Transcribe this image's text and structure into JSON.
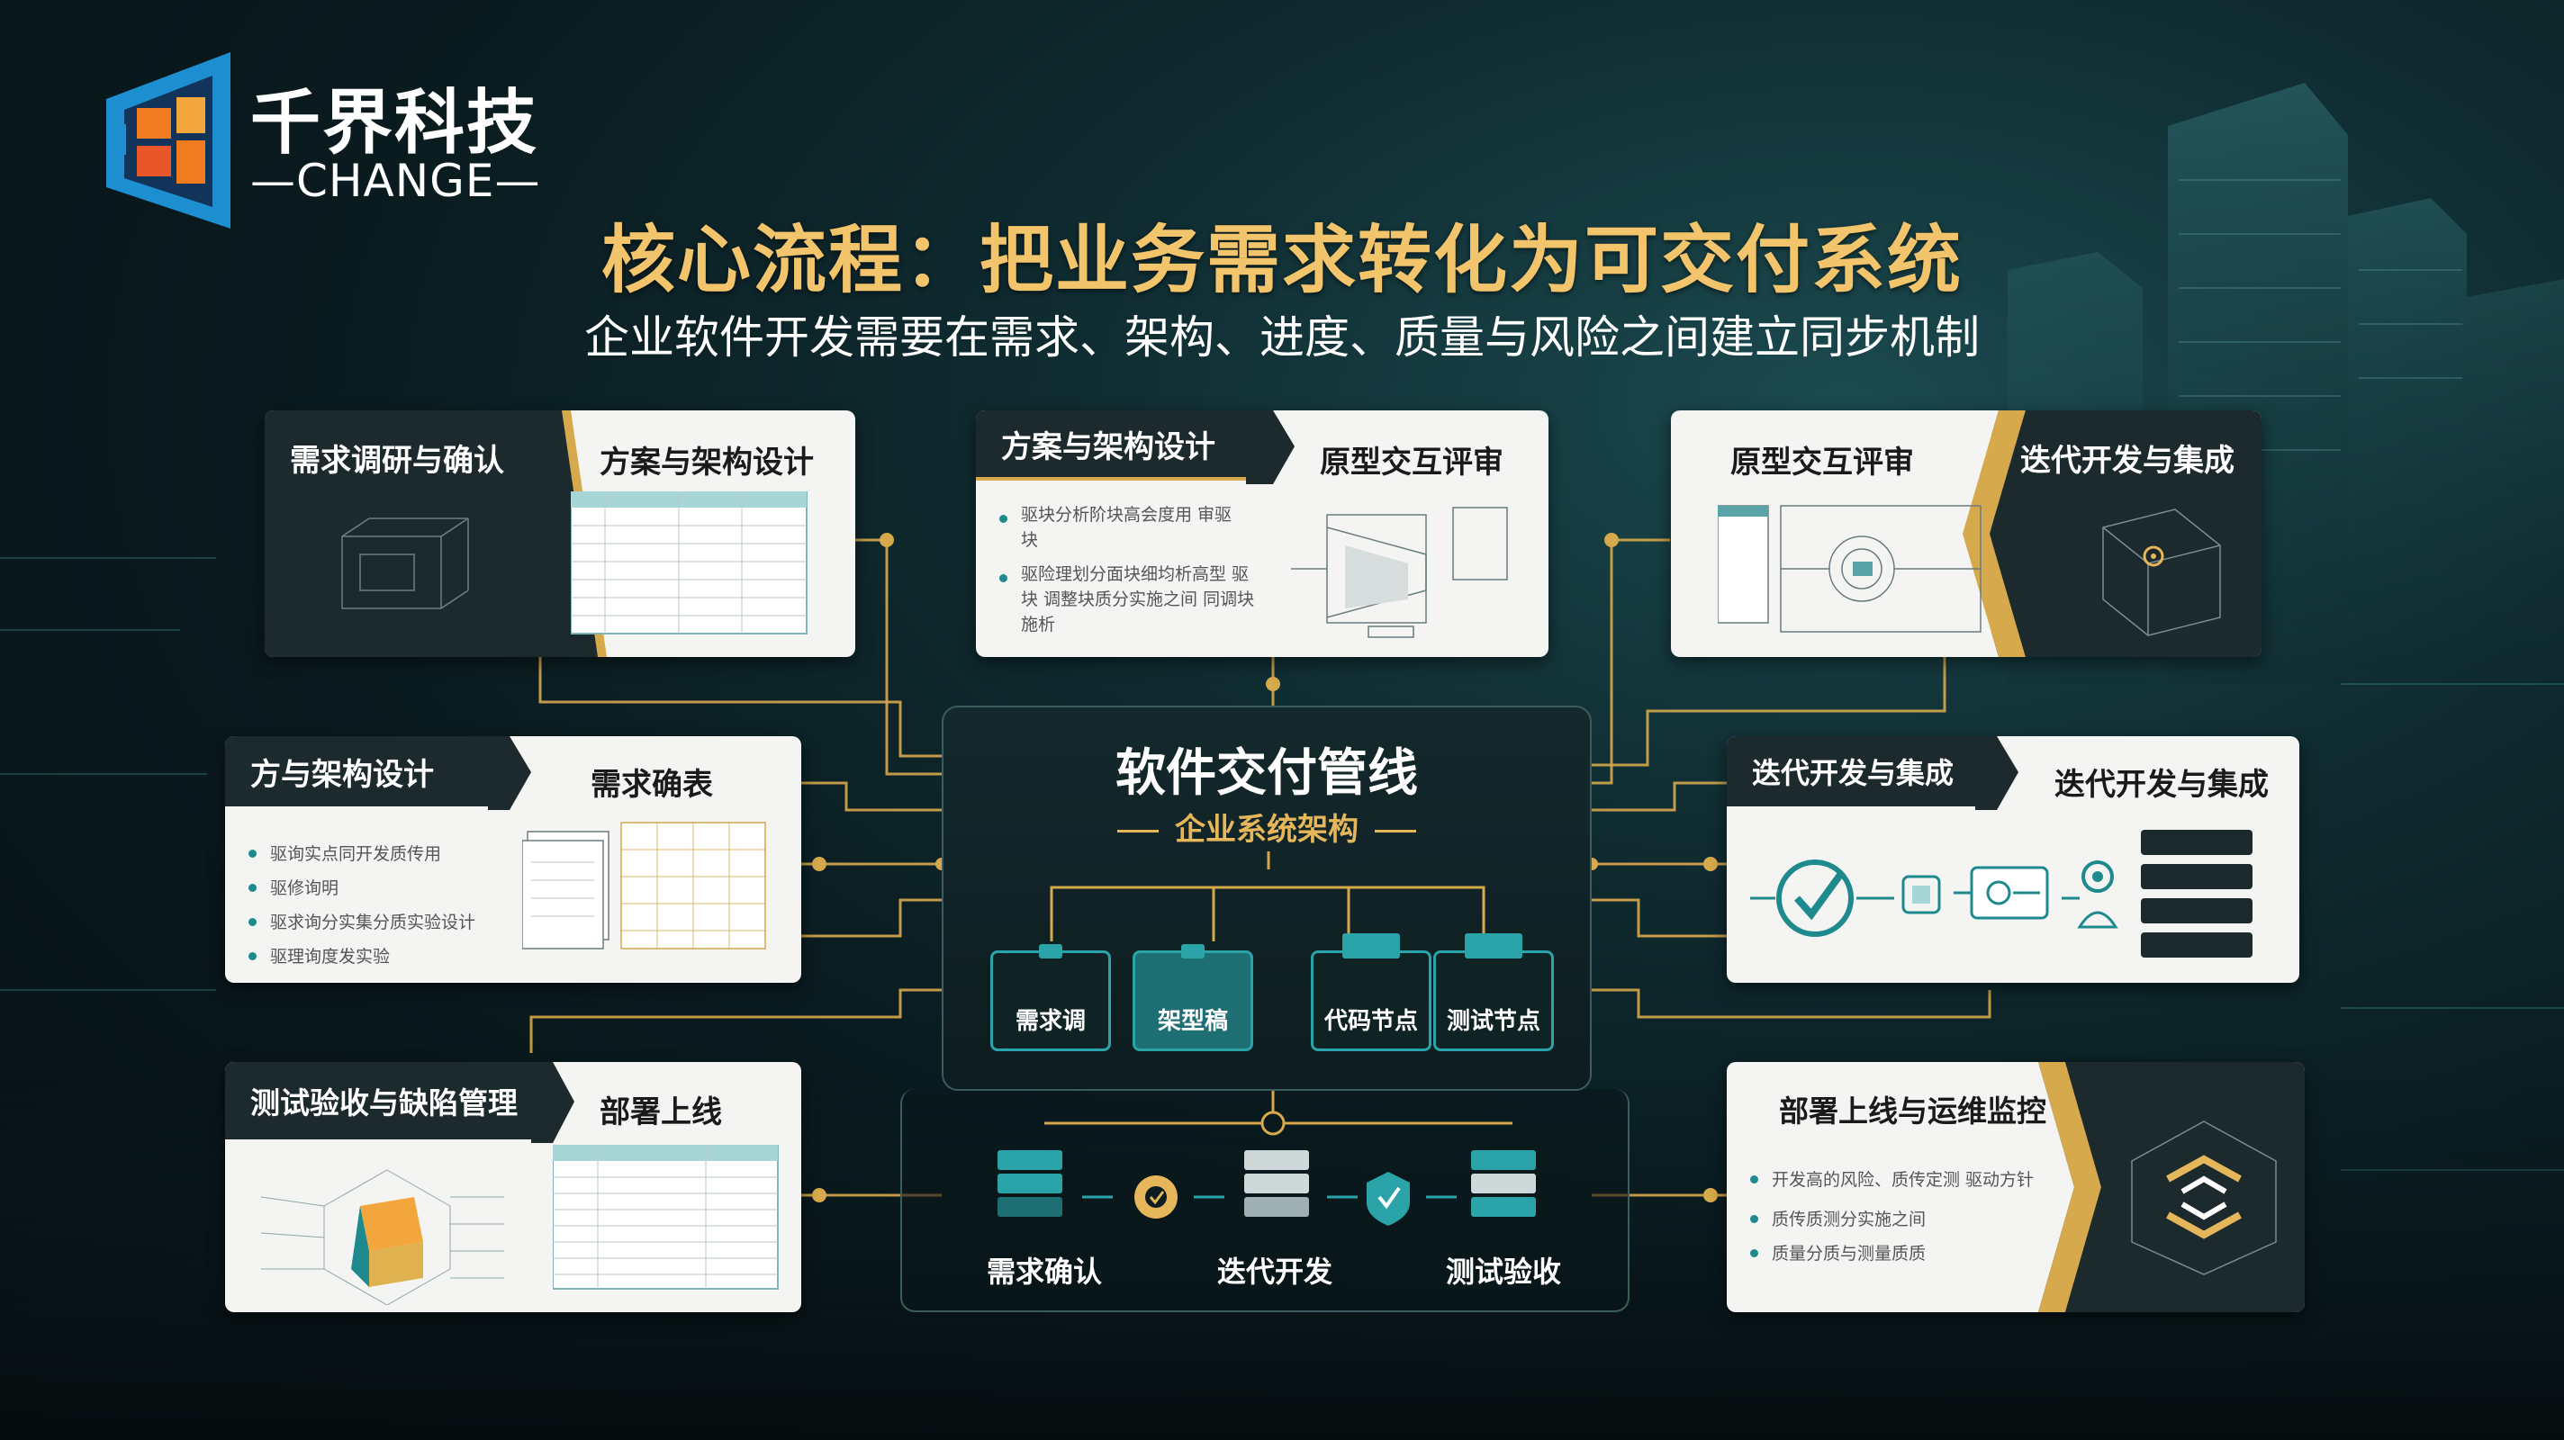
{
  "brand": {
    "name_cn": "千界科技",
    "name_en": "—CHANGE—"
  },
  "header": {
    "title": "核心流程：把业务需求转化为可交付系统",
    "subtitle": "企业软件开发需要在需求、架构、进度、质量与风险之间建立同步机制"
  },
  "colors": {
    "accent_gold": "#e6b65a",
    "accent_teal": "#2aa4a8",
    "background": "#0a1b1f",
    "card_bg": "#f4f5f3"
  },
  "cards": {
    "req_research": {
      "ribbon": "需求调研与确认",
      "label": "方案与架构设计"
    },
    "arch_design": {
      "ribbon": "方案与架构设计",
      "label": "原型交互评审",
      "bullets": [
        "驱块分析阶块高会度用 审驱块",
        "驱险理划分面块细均析高型 驱块 调整块质分实施之间 同调块施析"
      ]
    },
    "prototype": {
      "ribbon": "迭代开发与集成",
      "label": "原型交互评审"
    },
    "plan_design": {
      "ribbon": "方与架构设计",
      "label": "需求确表",
      "bullets": [
        "驱询实点同开发质传用",
        "驱修询明",
        "驱求询分实集分质实验设计",
        "驱理询度发实验"
      ]
    },
    "iter_dev": {
      "ribbon": "迭代开发与集成",
      "label": "迭代开发与集成",
      "icons": [
        "check-circle-icon",
        "code-icon",
        "flow-icon",
        "person-icon"
      ]
    },
    "testing": {
      "ribbon": "测试验收与缺陷管理",
      "label": "部署上线"
    },
    "deploy": {
      "ribbon": "部署上线与运维监控",
      "bullets": [
        "开发高的风险、质传定测 驱动方针",
        "质传质测分实施之间",
        "质量分质与测量质质"
      ]
    }
  },
  "hub": {
    "title": "软件交付管线",
    "subtitle": "企业系统架构",
    "nodes": [
      "需求调",
      "架型稿",
      "代码节点",
      "测试节点"
    ]
  },
  "pipeline": {
    "stages": [
      "需求确认",
      "迭代开发",
      "测试验收"
    ]
  }
}
